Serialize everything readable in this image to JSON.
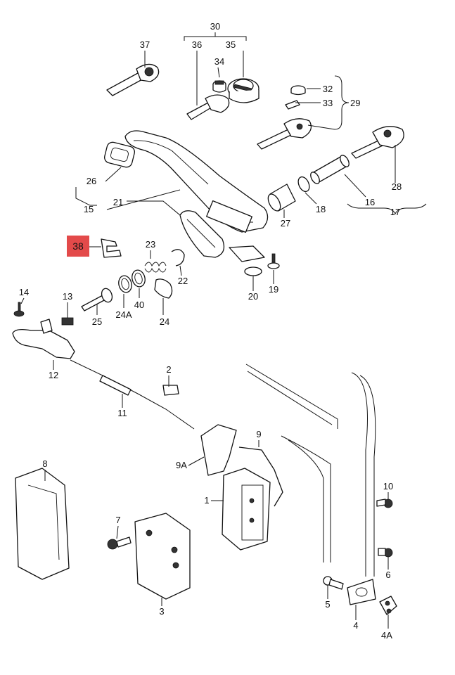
{
  "diagram": {
    "highlighted_part": "38",
    "highlight_color": "#e34a4a",
    "labels": {
      "p1": "1",
      "p2": "2",
      "p3": "3",
      "p4": "4",
      "p4a": "4A",
      "p5": "5",
      "p6": "6",
      "p7": "7",
      "p8": "8",
      "p9": "9",
      "p9a": "9A",
      "p10": "10",
      "p11": "11",
      "p12": "12",
      "p13": "13",
      "p14": "14",
      "p15": "15",
      "p16": "16",
      "p17": "17",
      "p18": "18",
      "p19": "19",
      "p20": "20",
      "p21": "21",
      "p22": "22",
      "p23": "23",
      "p24": "24",
      "p24a": "24A",
      "p25": "25",
      "p26": "26",
      "p27": "27",
      "p28": "28",
      "p29": "29",
      "p30": "30",
      "p32": "32",
      "p33": "33",
      "p34": "34",
      "p35": "35",
      "p36": "36",
      "p37": "37",
      "p38": "38",
      "p40": "40"
    }
  }
}
